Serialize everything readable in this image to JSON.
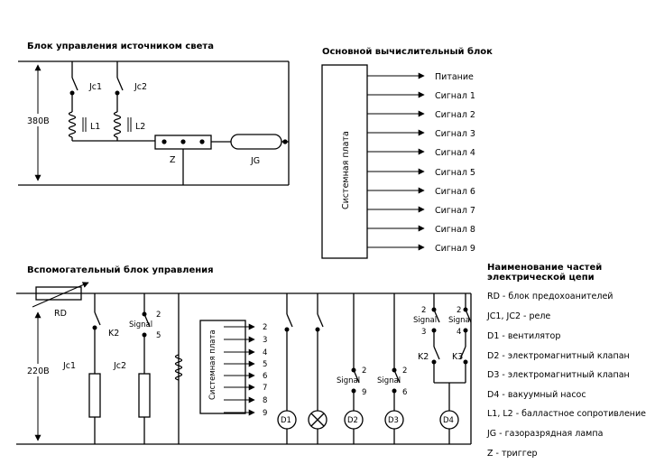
{
  "headings": {
    "light_source_block": "Блок управления источником света",
    "main_compute_block": "Основной вычислительный блок",
    "aux_control_block": "Вспомогательный блок управления",
    "legend_title_line1": "Наименование частей",
    "legend_title_line2": "электрической цепи"
  },
  "top_circuit": {
    "voltage": "380В",
    "relay_1": "Jc1",
    "relay_2": "Jc2",
    "ballast_1": "L1",
    "ballast_2": "L2",
    "trigger": "Z",
    "lamp": "JG"
  },
  "main_board": {
    "board_label": "Системная плата",
    "outputs": [
      "Питание",
      "Сигнал 1",
      "Сигнал 2",
      "Сигнал 3",
      "Сигнал 4",
      "Сигнал 5",
      "Сигнал 6",
      "Сигнал 7",
      "Сигнал 8",
      "Сигнал 9"
    ]
  },
  "aux_circuit": {
    "voltage": "220В",
    "fuse": "RD",
    "relay_k2": "K2",
    "relay_k3": "K3",
    "relay_1": "Jc1",
    "relay_2": "Jc2",
    "signal_word": "Signal",
    "small_board_label": "Системная плата",
    "board_pins": [
      "2",
      "3",
      "4",
      "5",
      "6",
      "7",
      "8",
      "9"
    ],
    "devices": [
      "D1",
      "D2",
      "D3",
      "D4"
    ],
    "terminals": {
      "jc2_top": "2",
      "jc2_bottom": "5",
      "d2_top": "2",
      "d2_bottom": "9",
      "d3_top": "2",
      "d3_bottom": "6",
      "k2_top": "2",
      "k2_bottom": "3",
      "k3_top": "2",
      "k3_bottom": "4"
    }
  },
  "legend": {
    "items": [
      "RD - блок предохоанителей",
      "JC1, JC2 - реле",
      "D1 - вентилятор",
      "D2 - электромагнитный клапан",
      "D3 - электромагнитный клапан",
      "D4 - вакуумный насос",
      "L1, L2 - балластное сопротивление",
      "JG - газоразрядная лампа",
      "Z - триггер"
    ]
  }
}
